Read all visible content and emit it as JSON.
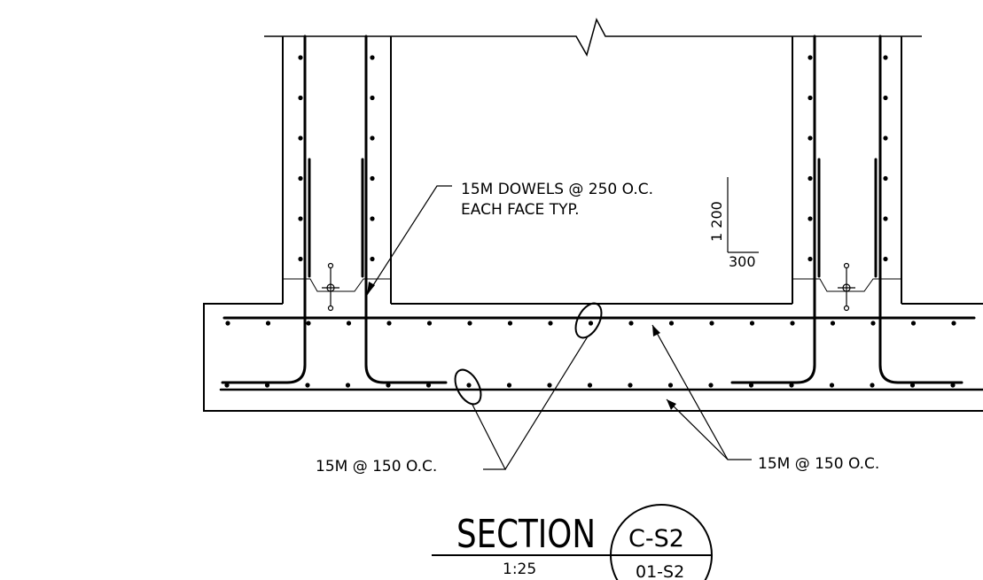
{
  "notes": {
    "dowel_line1": "15M DOWELS @ 250 O.C.",
    "dowel_line2": "EACH FACE TYP.",
    "bottom_left": "15M @ 150 O.C.",
    "bottom_right": "15M @ 150 O.C."
  },
  "slope": {
    "rise": "1 200",
    "run": "300"
  },
  "section": {
    "title": "SECTION",
    "scale": "1:25",
    "mark_top": "C-S2",
    "mark_bottom": "01-S2"
  }
}
